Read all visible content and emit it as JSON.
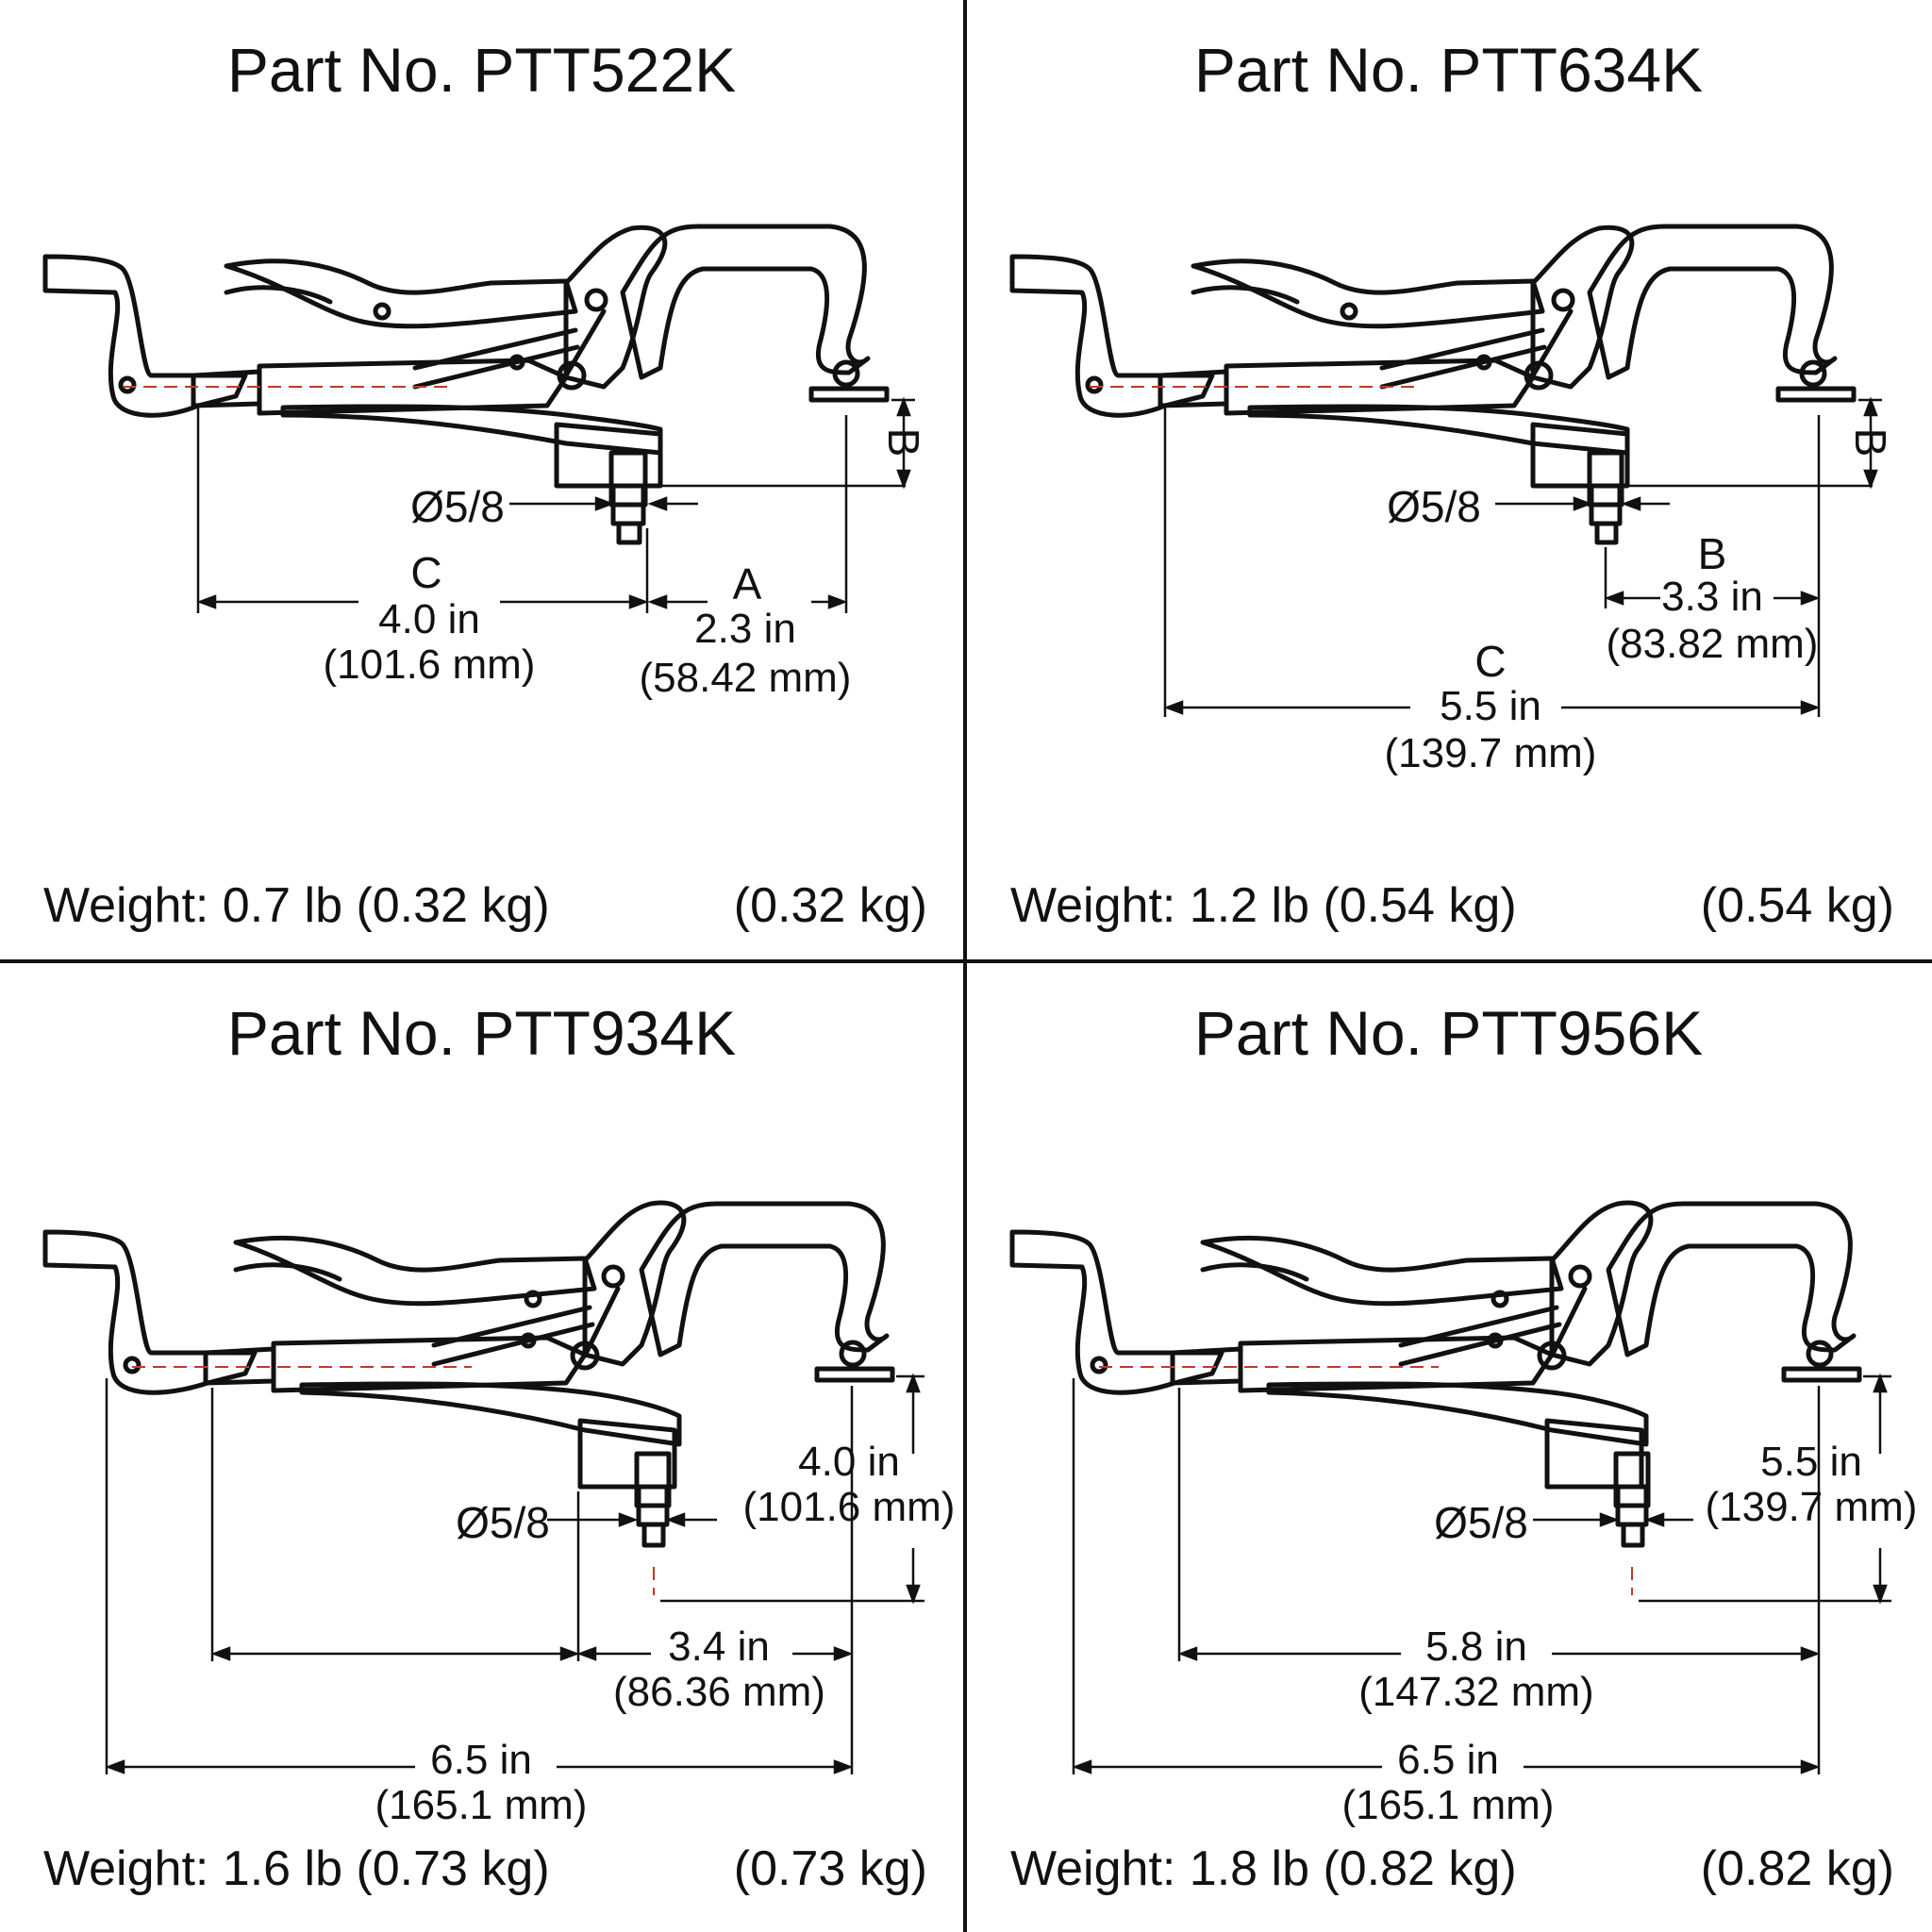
{
  "panels": [
    {
      "title": "Part No. PTT522K",
      "weight": "Weight: 0.7 lb (0.32 kg)",
      "weight_right": "(0.32 kg)",
      "diameter": "Ø5/8",
      "dims": {
        "b_letter": "B",
        "c_letter": "C",
        "c_in": "4.0 in",
        "c_mm": "(101.6 mm)",
        "a_letter": "A",
        "a_in": "2.3 in",
        "a_mm": "(58.42 mm)"
      }
    },
    {
      "title": "Part No. PTT634K",
      "weight": "Weight: 1.2 lb (0.54 kg)",
      "weight_right": "(0.54 kg)",
      "diameter": "Ø5/8",
      "dims": {
        "b_side_letter": "B",
        "b_letter": "B",
        "b_in": "3.3 in",
        "b_mm": "(83.82 mm)",
        "c_letter": "C",
        "c_in": "5.5 in",
        "c_mm": "(139.7 mm)"
      }
    },
    {
      "title": "Part No. PTT934K",
      "weight": "Weight: 1.6 lb (0.73 kg)",
      "weight_right": "(0.73 kg)",
      "diameter": "Ø5/8",
      "dims": {
        "h_in": "4.0 in",
        "h_mm": "(101.6 mm)",
        "m_in": "3.4 in",
        "m_mm": "(86.36 mm)",
        "o_in": "6.5 in",
        "o_mm": "(165.1 mm)"
      }
    },
    {
      "title": "Part No. PTT956K",
      "weight": "Weight: 1.8 lb (0.82 kg)",
      "weight_right": "(0.82 kg)",
      "diameter": "Ø5/8",
      "dims": {
        "h_in": "5.5 in",
        "h_mm": "(139.7 mm)",
        "m_in": "5.8 in",
        "m_mm": "(147.32 mm)",
        "o_in": "6.5 in",
        "o_mm": "(165.1 mm)"
      }
    }
  ]
}
